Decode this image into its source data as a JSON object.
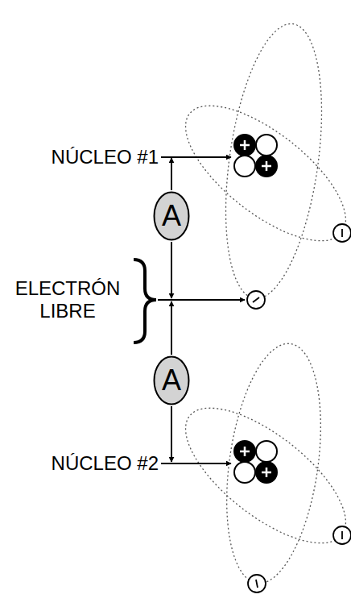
{
  "diagram": {
    "nodes": [
      {
        "text": [
          "A"
        ]
      },
      {
        "text": [
          "A"
        ]
      }
    ],
    "labels": [
      "NÚCLEO #1",
      "ELECTRÓN LIBRE",
      "NÚCLEO #2"
    ]
  }
}
